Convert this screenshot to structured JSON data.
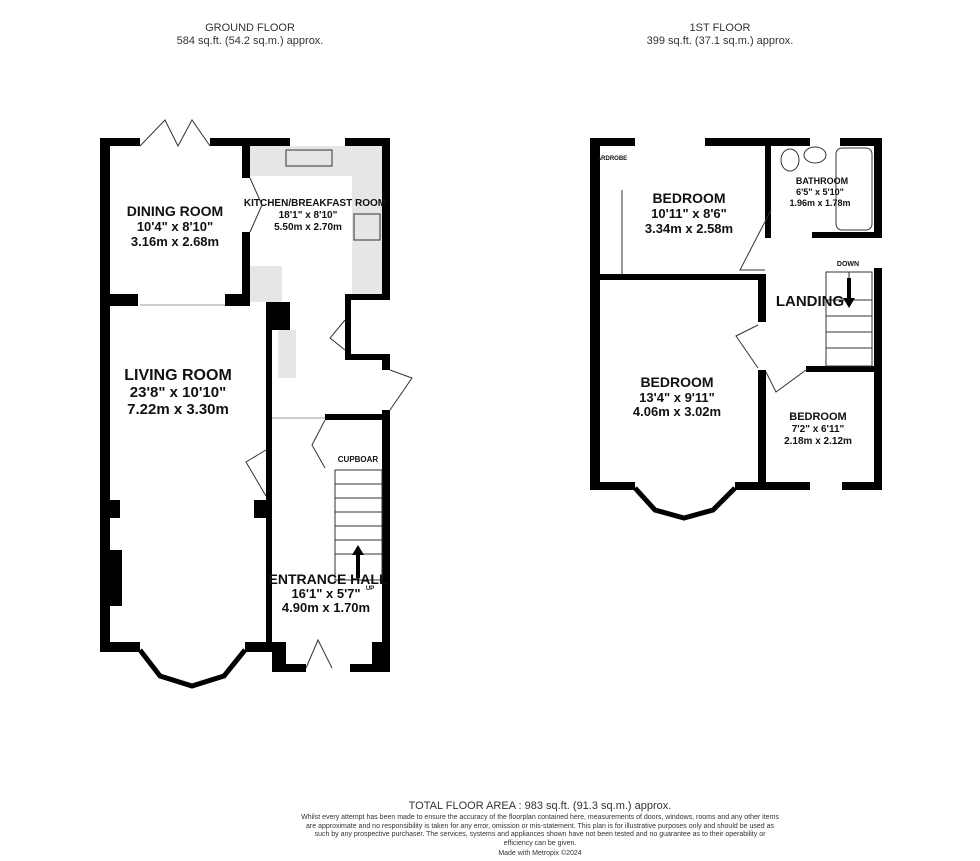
{
  "ground_floor": {
    "title": "GROUND FLOOR",
    "area": "584 sq.ft. (54.2 sq.m.) approx.",
    "rooms": {
      "dining": {
        "name": "DINING ROOM",
        "imperial": "10'4\"  x 8'10\"",
        "metric": "3.16m  x 2.68m"
      },
      "kitchen": {
        "name": "KITCHEN/BREAKFAST ROOM",
        "imperial": "18'1\"  x 8'10\"",
        "metric": "5.50m  x 2.70m"
      },
      "living": {
        "name": "LIVING ROOM",
        "imperial": "23'8\"  x 10'10\"",
        "metric": "7.22m  x 3.30m"
      },
      "hall": {
        "name": "ENTRANCE HALL",
        "imperial": "16'1\"  x 5'7\"",
        "metric": "4.90m  x 1.70m"
      },
      "cupboard": {
        "name": "CUPBOAR"
      },
      "stairs": {
        "name": "UP"
      }
    }
  },
  "first_floor": {
    "title": "1ST FLOOR",
    "area": "399 sq.ft. (37.1 sq.m.) approx.",
    "rooms": {
      "bedroom1": {
        "name": "BEDROOM",
        "imperial": "10'11\"  x 8'6\"",
        "metric": "3.34m  x 2.58m"
      },
      "wardrobe": {
        "name": "ARDROBE"
      },
      "bathroom": {
        "name": "BATHROOM",
        "imperial": "6'5\"  x 5'10\"",
        "metric": "1.96m  x 1.78m"
      },
      "landing": {
        "name": "LANDING",
        "stairs": "DOWN"
      },
      "bedroom2": {
        "name": "BEDROOM",
        "imperial": "13'4\"  x 9'11\"",
        "metric": "4.06m  x 3.02m"
      },
      "bedroom3": {
        "name": "BEDROOM",
        "imperial": "7'2\"  x 6'11\"",
        "metric": "2.18m  x 2.12m"
      }
    }
  },
  "footer": {
    "total": "TOTAL FLOOR AREA : 983 sq.ft. (91.3 sq.m.) approx.",
    "disclaimer": "Whilst every attempt has been made to ensure the accuracy of the floorplan contained here, measurements of doors, windows, rooms and any other items are approximate and no responsibility is taken for any error, omission or mis-statement. This plan is for illustrative purposes only and should be used as such by any prospective purchaser. The services, systems and appliances shown have not been tested and no guarantee as to their operability or efficiency can be given.",
    "credit": "Made with Metropix ©2024"
  },
  "colors": {
    "wall": "#000000",
    "fixture_fill": "#e6e6e6"
  }
}
